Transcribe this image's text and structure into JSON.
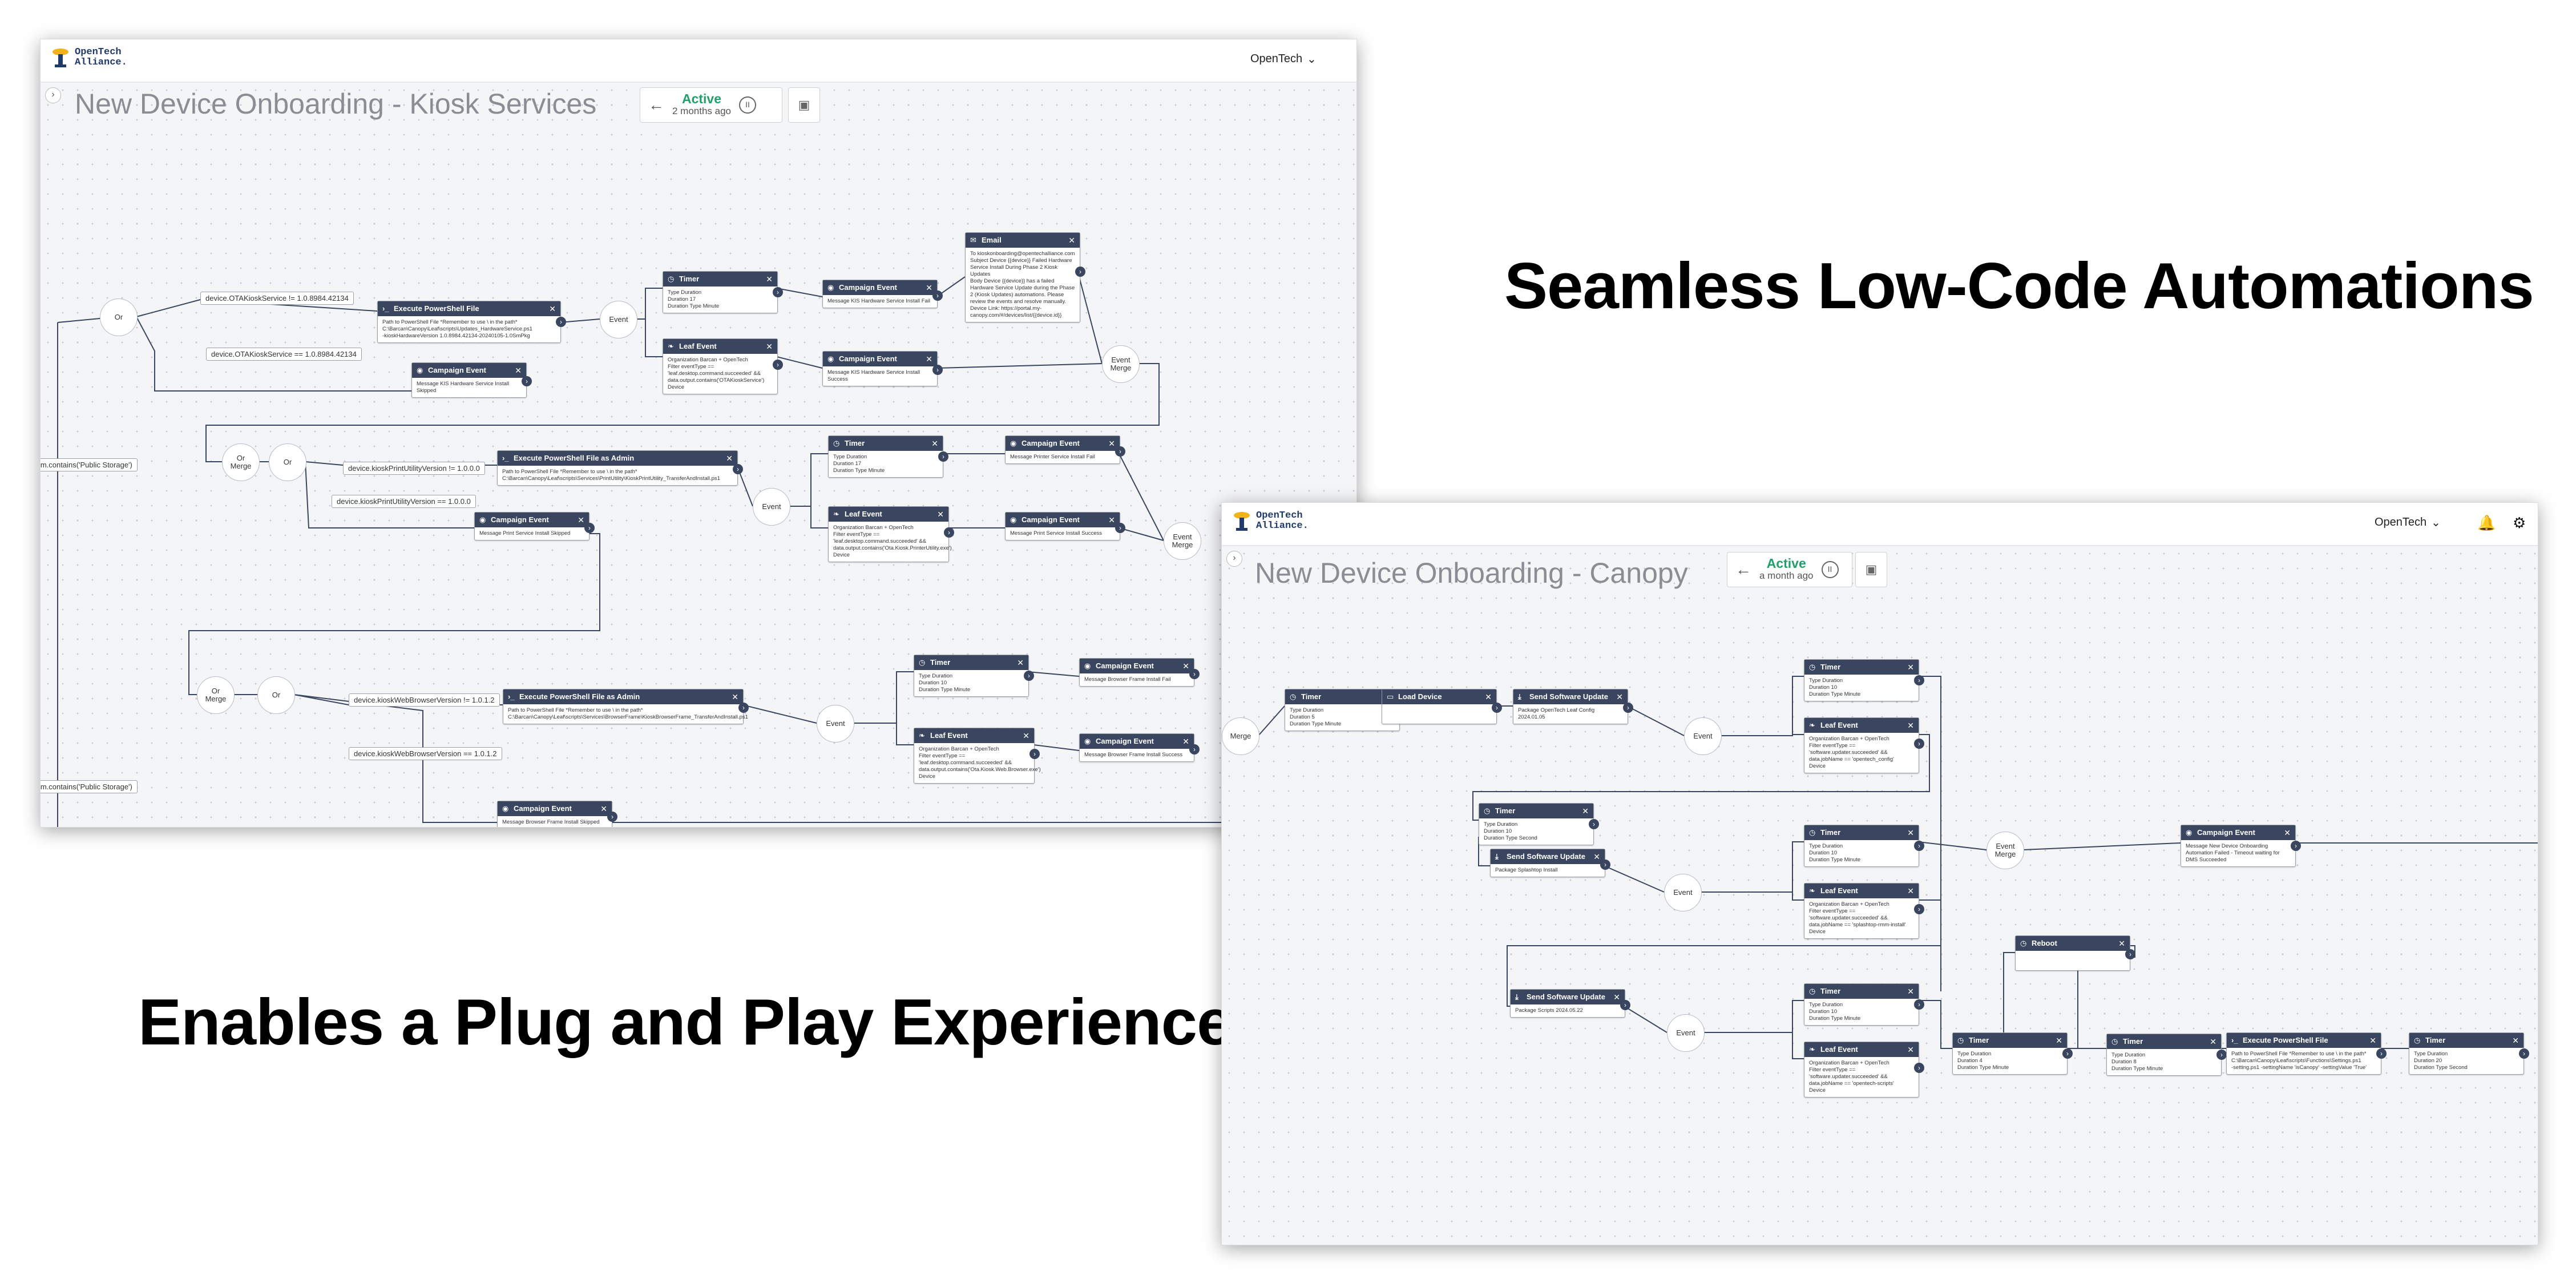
{
  "headlines": {
    "top": "Seamless Low-Code Automations",
    "bottom": "Enables a Plug and Play Experience"
  },
  "colors": {
    "accent": "#3a4660",
    "active": "#22a06b",
    "canvas": "#f4f5f7",
    "logo": "#1f3a6b"
  },
  "logo": {
    "line1": "OpenTech",
    "line2": "Alliance."
  },
  "screen1": {
    "org": "OpenTech",
    "title": "New Device Onboarding - Kiosk Services",
    "status": "Active",
    "updated": "2 months ago",
    "gates": [
      "Or",
      "Event",
      "Event Merge",
      "Or Merge",
      "Or",
      "Event",
      "Event Merge",
      "Or Merge",
      "Or",
      "Event"
    ],
    "pills": [
      "device.OTAKioskService != 1.0.8984.42134",
      "device.OTAKioskService == 1.0.8984.42134",
      "device.kioskPrintUtilityVersion != 1.0.0.0",
      "device.kioskPrintUtilityVersion == 1.0.0.0",
      "device.kioskWebBrowserVersion != 1.0.1.2",
      "device.kioskWebBrowserVersion == 1.0.1.2",
      "...m.contains('Public Storage')",
      "...m.contains('Public Storage')"
    ],
    "nodes": [
      {
        "title": "Execute PowerShell File",
        "icon": "terminal-icon",
        "lines": [
          "Path to PowerShell File *Remember to use \\ in the path*",
          "C:\\Barcan\\Canopy\\Leaf\\scripts\\Updates_HardwareService.ps1",
          "-kioskHardwareVersion 1.0.8984.42134-20240105-1.0SmPkg"
        ]
      },
      {
        "title": "Campaign Event",
        "icon": "megaphone-icon",
        "lines": [
          "Message KIS Hardware Service Install Skipped"
        ]
      },
      {
        "title": "Timer",
        "icon": "clock-icon",
        "lines": [
          "Type Duration",
          "Duration 17",
          "Duration Type Minute"
        ]
      },
      {
        "title": "Leaf Event",
        "icon": "leaf-icon",
        "lines": [
          "Organization Barcan + OpenTech",
          "Filter eventType == 'leaf.desktop.command.succeeded' &&",
          "data.output.contains('OTAKioskService')",
          "Device"
        ]
      },
      {
        "title": "Campaign Event",
        "icon": "megaphone-icon",
        "lines": [
          "Message KIS Hardware Service Install Fail"
        ]
      },
      {
        "title": "Campaign Event",
        "icon": "megaphone-icon",
        "lines": [
          "Message KIS Hardware Service Install Success"
        ]
      },
      {
        "title": "Email",
        "icon": "mail-icon",
        "lines": [
          "To kioskonboarding@opentechalliance.com",
          "Subject Device {{device}} Failed Hardware",
          "Service Install During Phase 2 Kiosk Updates",
          "Body Device {{device}} has a failed",
          "Hardware Service Update during the Phase",
          "2 (Kiosk Updates) automations. Please",
          "review the events and resolve manually.",
          "Device Link: https://portal.my-",
          "canopy.com/#/devices/list/{{device.id}}"
        ]
      },
      {
        "title": "Execute PowerShell File as Admin",
        "icon": "terminal-icon",
        "lines": [
          "Path to PowerShell File *Remember to use \\ in the path*",
          "C:\\Barcan\\Canopy\\Leaf\\scripts\\Services\\PrintUtility\\KioskPrintUtility_TransferAndInstall.ps1"
        ]
      },
      {
        "title": "Campaign Event",
        "icon": "megaphone-icon",
        "lines": [
          "Message Print Service Install Skipped"
        ]
      },
      {
        "title": "Timer",
        "icon": "clock-icon",
        "lines": [
          "Type Duration",
          "Duration 17",
          "Duration Type Minute"
        ]
      },
      {
        "title": "Leaf Event",
        "icon": "leaf-icon",
        "lines": [
          "Organization Barcan + OpenTech",
          "Filter eventType ==",
          "'leaf.desktop.command.succeeded' &&",
          "data.output.contains('Ota.Kiosk.PrinterUtility.exe')",
          "Device"
        ]
      },
      {
        "title": "Campaign Event",
        "icon": "megaphone-icon",
        "lines": [
          "Message Printer Service Install Fail"
        ]
      },
      {
        "title": "Campaign Event",
        "icon": "megaphone-icon",
        "lines": [
          "Message Print Service Install Success"
        ]
      },
      {
        "title": "Execute PowerShell File as Admin",
        "icon": "terminal-icon",
        "lines": [
          "Path to PowerShell File *Remember to use \\ in the path*",
          "C:\\Barcan\\Canopy\\Leaf\\scripts\\Services\\BrowserFrame\\KioskBrowserFrame_TransferAndInstall.ps1"
        ]
      },
      {
        "title": "Timer",
        "icon": "clock-icon",
        "lines": [
          "Type Duration",
          "Duration 10",
          "Duration Type Minute"
        ]
      },
      {
        "title": "Leaf Event",
        "icon": "leaf-icon",
        "lines": [
          "Organization Barcan + OpenTech",
          "Filter eventType ==",
          "'leaf.desktop.command.succeeded' &&",
          "data.output.contains('Ota.Kiosk.Web.Browser.exe')",
          "Device"
        ]
      },
      {
        "title": "Campaign Event",
        "icon": "megaphone-icon",
        "lines": [
          "Message Browser Frame Install Fail"
        ]
      },
      {
        "title": "Campaign Event",
        "icon": "megaphone-icon",
        "lines": [
          "Message Browser Frame Install Success"
        ]
      },
      {
        "title": "Campaign Event",
        "icon": "megaphone-icon",
        "lines": [
          "Message Browser Frame Install Skipped"
        ]
      }
    ]
  },
  "screen2": {
    "org": "OpenTech",
    "title": "New Device Onboarding - Canopy",
    "status": "Active",
    "updated": "a month ago",
    "gates": [
      "Merge",
      "Event",
      "Event Merge",
      "Event",
      "Event"
    ],
    "nodes": [
      {
        "title": "Timer",
        "icon": "clock-icon",
        "lines": [
          "Type Duration",
          "Duration 5",
          "Duration Type Minute"
        ]
      },
      {
        "title": "Load Device",
        "icon": "device-icon",
        "lines": []
      },
      {
        "title": "Send Software Update",
        "icon": "update-icon",
        "lines": [
          "Package OpenTech Leaf Config 2024.01.05"
        ]
      },
      {
        "title": "Timer",
        "icon": "clock-icon",
        "lines": [
          "Type Duration",
          "Duration 10",
          "Duration Type Minute"
        ]
      },
      {
        "title": "Leaf Event",
        "icon": "leaf-icon",
        "lines": [
          "Organization Barcan + OpenTech",
          "Filter eventType ==",
          "'software.updater.succeeded' &&",
          "data.jobName == 'opentech_config'",
          "Device"
        ]
      },
      {
        "title": "Timer",
        "icon": "clock-icon",
        "lines": [
          "Type Duration",
          "Duration 10",
          "Duration Type Second"
        ]
      },
      {
        "title": "Send Software Update",
        "icon": "update-icon",
        "lines": [
          "Package Splashtop Install"
        ]
      },
      {
        "title": "Timer",
        "icon": "clock-icon",
        "lines": [
          "Type Duration",
          "Duration 10",
          "Duration Type Minute"
        ]
      },
      {
        "title": "Leaf Event",
        "icon": "leaf-icon",
        "lines": [
          "Organization Barcan + OpenTech",
          "Filter eventType ==",
          "'software.updater.succeeded' &&",
          "data.jobName == 'splashtop-rmm-install'",
          "Device"
        ]
      },
      {
        "title": "Campaign Event",
        "icon": "megaphone-icon",
        "lines": [
          "Message New Device Onboarding",
          "Automation Failed - Timeout waiting for",
          "DMS Succeeded"
        ]
      },
      {
        "title": "Reboot",
        "icon": "clock-icon",
        "lines": []
      },
      {
        "title": "Send Software Update",
        "icon": "update-icon",
        "lines": [
          "Package Scripts 2024.05.22"
        ]
      },
      {
        "title": "Timer",
        "icon": "clock-icon",
        "lines": [
          "Type Duration",
          "Duration 10",
          "Duration Type Minute"
        ]
      },
      {
        "title": "Leaf Event",
        "icon": "leaf-icon",
        "lines": [
          "Organization Barcan + OpenTech",
          "Filter eventType ==",
          "'software.updater.succeeded' &&",
          "data.jobName == 'opentech-scripts'",
          "Device"
        ]
      },
      {
        "title": "Timer",
        "icon": "clock-icon",
        "lines": [
          "Type Duration",
          "Duration 4",
          "Duration Type Minute"
        ]
      },
      {
        "title": "Timer",
        "icon": "clock-icon",
        "lines": [
          "Type Duration",
          "Duration 8",
          "Duration Type Minute"
        ]
      },
      {
        "title": "Execute PowerShell File",
        "icon": "terminal-icon",
        "lines": [
          "Path to PowerShell File *Remember to use \\ in the path*",
          "C:\\Barcan\\Canopy\\Leaf\\scripts\\Functions\\Settings.ps1",
          "-setting.ps1 -settingName 'isCanopy' -settingValue 'True'"
        ]
      },
      {
        "title": "Timer",
        "icon": "clock-icon",
        "lines": [
          "Type Duration",
          "Duration 20",
          "Duration Type Second"
        ]
      }
    ]
  }
}
